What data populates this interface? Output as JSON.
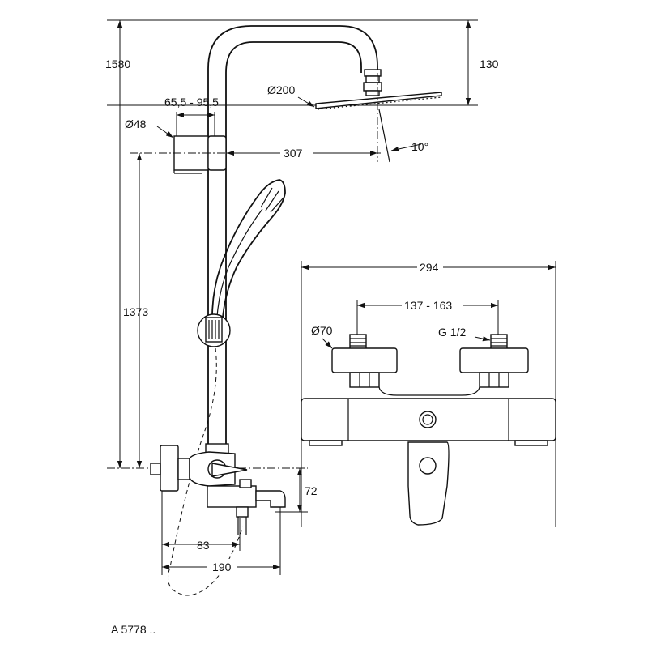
{
  "labels": {
    "height_total": "1580",
    "height_head": "130",
    "head_diameter": "Ø200",
    "clamp_range": "65,5 - 95,5",
    "bar_diameter": "Ø48",
    "arm_reach": "307",
    "tilt": "10°",
    "slide_height": "1373",
    "width_294": "294",
    "centers": "137 - 163",
    "knob_diameter": "Ø70",
    "thread": "G 1/2",
    "spout_drop": "72",
    "depth_83": "83",
    "depth_190": "190",
    "model": "A 5778 .."
  }
}
